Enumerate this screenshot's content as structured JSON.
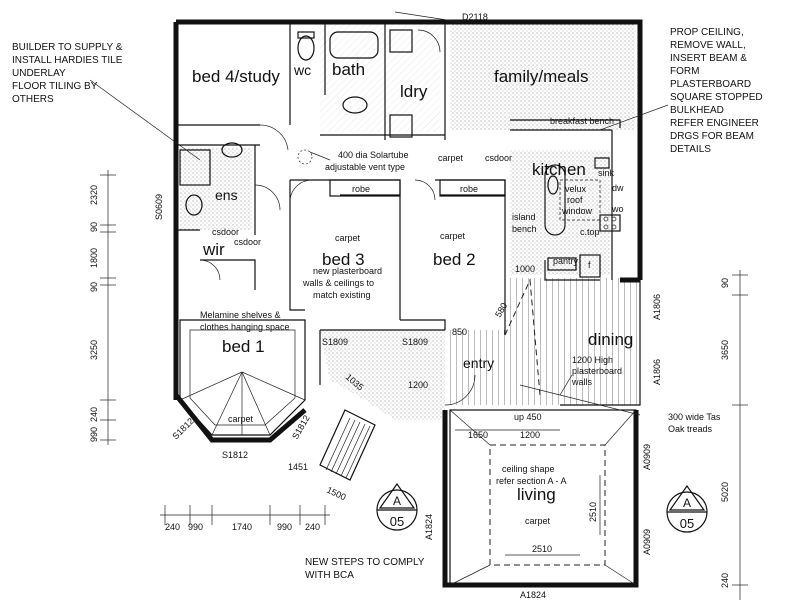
{
  "top_door": "D2118",
  "notes": {
    "builder": [
      "BUILDER TO SUPPLY &",
      "INSTALL HARDIES TILE",
      "UNDERLAY",
      "FLOOR TILING BY",
      "OTHERS"
    ],
    "ceiling": [
      "PROP CEILING,",
      "REMOVE WALL,",
      "INSERT BEAM &",
      "FORM",
      "PLASTERBOARD",
      "SQUARE STOPPED",
      "BULKHEAD",
      "REFER ENGINEER",
      "DRGS FOR BEAM",
      "DETAILS"
    ],
    "solartube": [
      "400 dia Solartube",
      "adjustable vent type"
    ],
    "bed3_wall": [
      "new plasterboard",
      "walls & ceilings to",
      "match existing"
    ],
    "wir_shelves": [
      "Melamine shelves &",
      "clothes hanging space"
    ],
    "bca": [
      "NEW STEPS TO COMPLY",
      "WITH BCA"
    ],
    "partition": [
      "1200 High",
      "plasterboard",
      "walls"
    ],
    "treads": [
      "300 wide Tas",
      "Oak treads"
    ],
    "ceiling_shape": [
      "ceiling shape",
      "refer section A - A"
    ],
    "velux": [
      "velux",
      "roof",
      "window"
    ],
    "island": [
      "island",
      "bench"
    ]
  },
  "rooms": {
    "bed4": "bed 4/study",
    "wc": "wc",
    "bath": "bath",
    "ldry": "ldry",
    "family": "family/meals",
    "kitchen": "kitchen",
    "ens": "ens",
    "wir": "wir",
    "bed3": "bed 3",
    "bed2": "bed 2",
    "bed1": "bed 1",
    "dining": "dining",
    "entry": "entry",
    "living": "living"
  },
  "labels": {
    "breakfast_bench": "breakfast bench",
    "sink": "sink",
    "dw": "dw",
    "wo": "wo",
    "ctop": "c.top",
    "pantry": "pantry",
    "fridge": "f",
    "robe_bed3": "robe",
    "robe_bed2": "robe",
    "csdoor_ens": "csdoor",
    "csdoor_wir": "csdoor",
    "csdoor_hall": "csdoor",
    "carpet_hall": "carpet",
    "carpet_bed3": "carpet",
    "carpet_bed2": "carpet",
    "carpet_bed1": "carpet",
    "carpet_living": "carpet"
  },
  "windows": {
    "s1809_a": "S1809",
    "s1809_b": "S1809",
    "s1812_a": "S1812",
    "s1812_b": "S1812",
    "s1812_c": "S1812",
    "a1806_a": "A1806",
    "a1806_b": "A1806",
    "a0909_a": "A0909",
    "a0909_b": "A0909",
    "a1824_a": "A1824",
    "a1824_b": "A1824",
    "s0609": "S0609"
  },
  "dimensions": {
    "left": [
      "2320",
      "90",
      "1800",
      "90",
      "3250",
      "240",
      "990"
    ],
    "right": [
      "90",
      "3650",
      "5020",
      "240"
    ],
    "bottom": [
      "240",
      "990",
      "1740",
      "990",
      "240"
    ],
    "living": [
      "1650",
      "1200",
      "up 450",
      "2510",
      "2510"
    ],
    "misc": [
      "1000",
      "1200",
      "1035",
      "1451",
      "1500",
      "850",
      "580"
    ]
  },
  "sections": [
    {
      "letter": "A",
      "number": "05"
    },
    {
      "letter": "A",
      "number": "05"
    }
  ]
}
